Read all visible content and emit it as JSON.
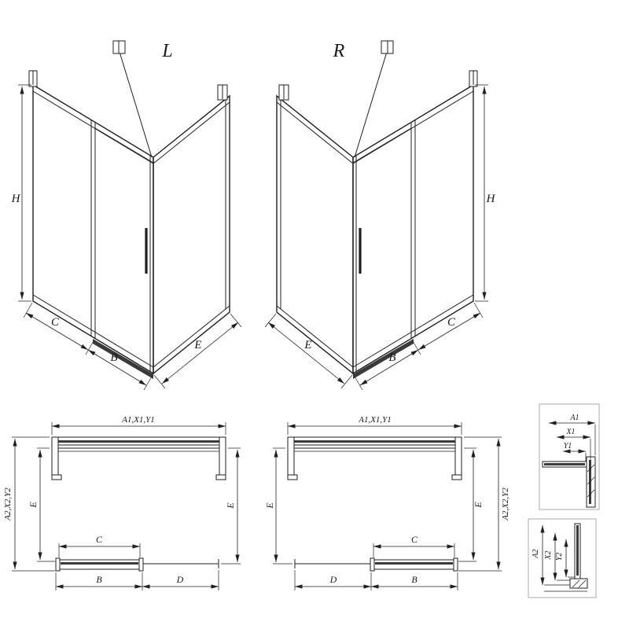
{
  "drawing": {
    "background_color": "#ffffff",
    "line_color": "#1f1f1f",
    "detail_border_color": "#a8a8a8",
    "views": {
      "iso_left": {
        "variant_label": "L",
        "dim_height": "H",
        "dim_fixed_panel": "C",
        "dim_door": "B",
        "dim_side_panel": "E"
      },
      "iso_right": {
        "variant_label": "R",
        "dim_height": "H",
        "dim_fixed_panel": "C",
        "dim_door": "B",
        "dim_side_panel": "E"
      },
      "plan_left": {
        "dim_width_top": "A1,X1,Y1",
        "dim_depth_outer": "A2,X2,Y2",
        "dim_depth_inner": "E",
        "dim_depth_right": "E",
        "dim_door_glass": "C",
        "dim_door_total": "B",
        "dim_opening": "D"
      },
      "plan_right": {
        "dim_width_top": "A1,X1,Y1",
        "dim_depth_outer": "A2,X2,Y2",
        "dim_depth_inner": "E",
        "dim_depth_left": "E",
        "dim_door_glass": "C",
        "dim_door_total": "B",
        "dim_opening": "D"
      }
    },
    "detail_top": {
      "dim_a": "A1",
      "dim_x": "X1",
      "dim_y": "Y1"
    },
    "detail_bottom": {
      "dim_a": "A2",
      "dim_x": "X2",
      "dim_y": "Y2"
    }
  }
}
